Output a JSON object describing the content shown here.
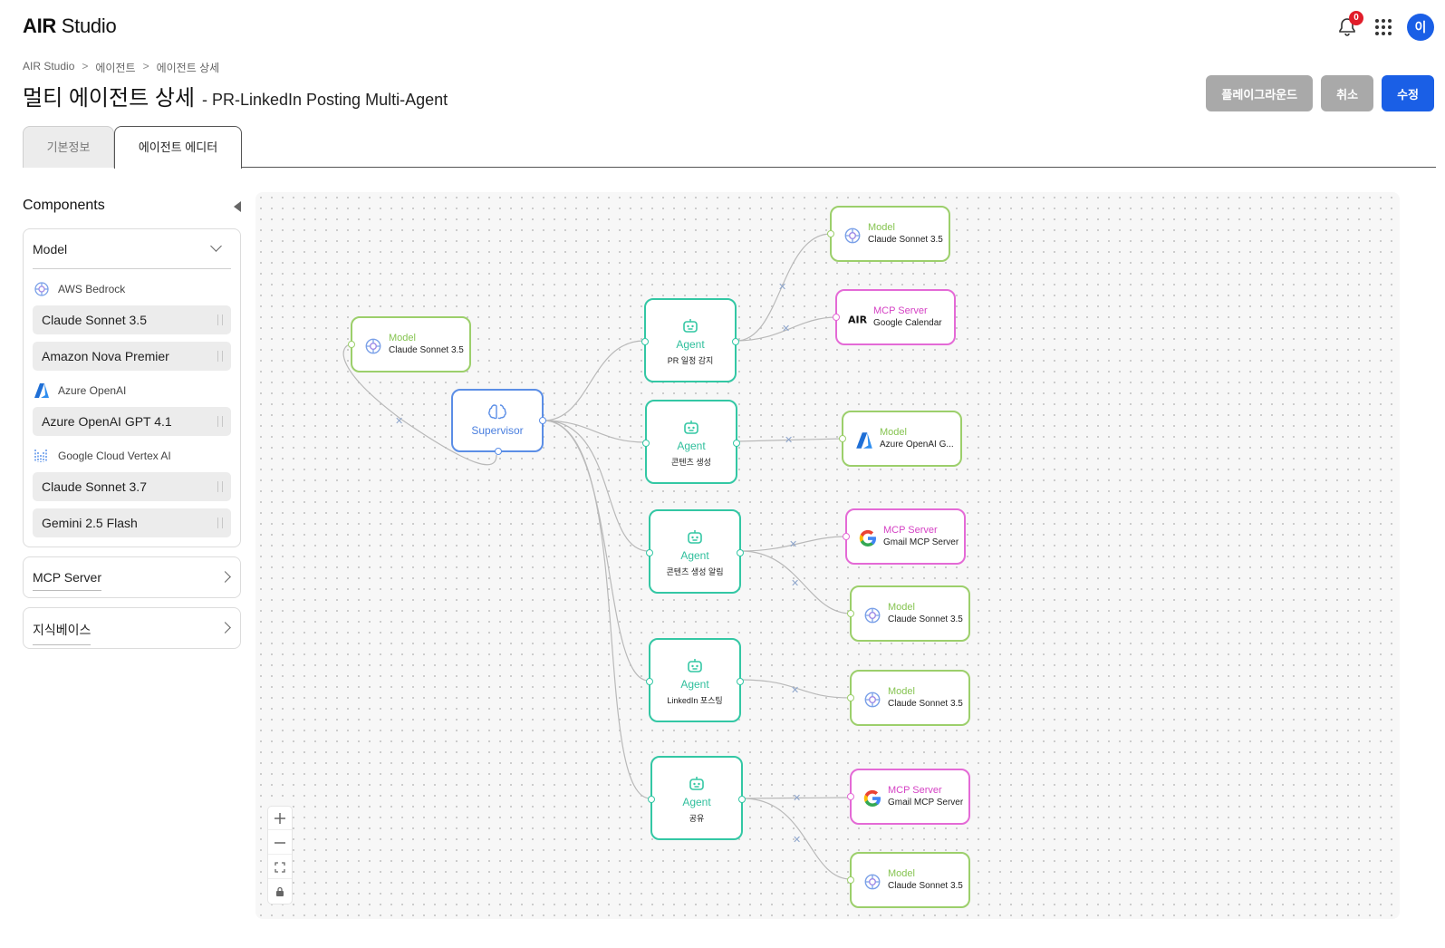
{
  "header": {
    "logo_bold": "AIR",
    "logo_rest": " Studio",
    "notification_count": "0",
    "avatar_initial": "이"
  },
  "breadcrumb": [
    "AIR Studio",
    "에이전트",
    "에이전트 상세"
  ],
  "breadcrumb_sep": ">",
  "page": {
    "title": "멀티 에이전트 상세",
    "subtitle": "- PR-LinkedIn Posting Multi-Agent"
  },
  "actions": {
    "playground": "플레이그라운드",
    "cancel": "취소",
    "edit": "수정"
  },
  "tabs": {
    "basic": "기본정보",
    "editor": "에이전트 에디터"
  },
  "sidebar": {
    "title": "Components",
    "model_section": "Model",
    "providers": [
      {
        "name": "AWS Bedrock",
        "icon": "aws-bedrock-icon",
        "items": [
          "Claude Sonnet 3.5",
          "Amazon Nova Premier"
        ]
      },
      {
        "name": "Azure OpenAI",
        "icon": "azure-icon",
        "items": [
          "Azure OpenAI GPT 4.1"
        ]
      },
      {
        "name": "Google Cloud Vertex AI",
        "icon": "vertex-icon",
        "items": [
          "Claude Sonnet 3.7",
          "Gemini 2.5 Flash"
        ]
      }
    ],
    "mcp_section": "MCP Server",
    "kb_section": "지식베이스"
  },
  "graph": {
    "supervisor": {
      "label": "Supervisor"
    },
    "supervisor_model": {
      "type": "Model",
      "name": "Claude Sonnet 3.5"
    },
    "agents": [
      {
        "type": "Agent",
        "name": "PR 일정 감지"
      },
      {
        "type": "Agent",
        "name": "콘텐츠 생성"
      },
      {
        "type": "Agent",
        "name": "콘텐츠 생성 알림"
      },
      {
        "type": "Agent",
        "name": "LinkedIn 포스팅"
      },
      {
        "type": "Agent",
        "name": "공유"
      }
    ],
    "tools": [
      {
        "type": "Model",
        "name": "Claude Sonnet 3.5",
        "icon": "aws-bedrock-icon"
      },
      {
        "type": "MCP Server",
        "name": "Google Calendar",
        "icon": "air-logo-icon"
      },
      {
        "type": "Model",
        "name": "Azure OpenAI G...",
        "icon": "azure-icon"
      },
      {
        "type": "MCP Server",
        "name": "Gmail MCP Server",
        "icon": "google-icon"
      },
      {
        "type": "Model",
        "name": "Claude Sonnet 3.5",
        "icon": "aws-bedrock-icon"
      },
      {
        "type": "Model",
        "name": "Claude Sonnet 3.5",
        "icon": "aws-bedrock-icon"
      },
      {
        "type": "MCP Server",
        "name": "Gmail MCP Server",
        "icon": "google-icon"
      },
      {
        "type": "Model",
        "name": "Claude Sonnet 3.5",
        "icon": "aws-bedrock-icon"
      }
    ]
  },
  "controls": [
    "zoom-in",
    "zoom-out",
    "fit-view",
    "lock"
  ],
  "colors": {
    "primary": "#1a5fe6",
    "model": "#9ccf6b",
    "mcp": "#e46ad6",
    "agent": "#33c7a4",
    "supervisor": "#5b8ee6"
  }
}
